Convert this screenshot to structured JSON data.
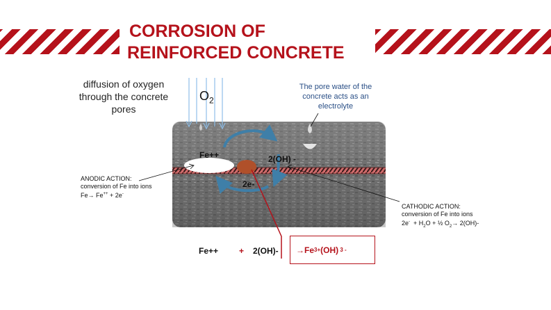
{
  "title": {
    "line1": "CORROSION OF",
    "line2": "REINFORCED CONCRETE"
  },
  "labels": {
    "diffusion": "diffusion of oxygen through the concrete pores",
    "o2": "O",
    "o2_sub": "2",
    "pore_water": "The pore water of the concrete acts as an electrolyte",
    "fe_ion": "Fe++",
    "hydroxide": "2(OH) -",
    "electrons": "2e-"
  },
  "anodic": {
    "title": "ANODIC ACTION:",
    "desc": "conversion  of Fe into ions",
    "eq_main": "Fe→ Fe",
    "eq_sup": "++",
    "eq_tail": " + 2e",
    "eq_tail_sup": "-"
  },
  "cathodic": {
    "title": "CATHODIC ACTION:",
    "desc": "conversion  of Fe into ions",
    "eq_a": "2e",
    "eq_a_sup": "-",
    "eq_b": "  + H",
    "eq_b_sub": "2",
    "eq_c": "O + ½ O",
    "eq_c_sub": "2",
    "eq_d": "→ 2(OH)-"
  },
  "equation": {
    "fe": "Fe++",
    "plus": "+",
    "oh": "2(OH)-",
    "result_arrow": "→Fe",
    "result_sup": "3+",
    "result_mid": "(OH)",
    "result_sub": " 3",
    "result_sup2": " -"
  },
  "colors": {
    "accent": "#b5121b",
    "electrolyte_text": "#2a4f86",
    "cycle_arrow": "#3f7fa8",
    "rebar": "#d06a6a",
    "rust": "#b0502a"
  },
  "icons": [
    "oxygen-arrow-icon",
    "water-drop-icon",
    "cycle-arrow-icon",
    "rust-spot-icon"
  ]
}
